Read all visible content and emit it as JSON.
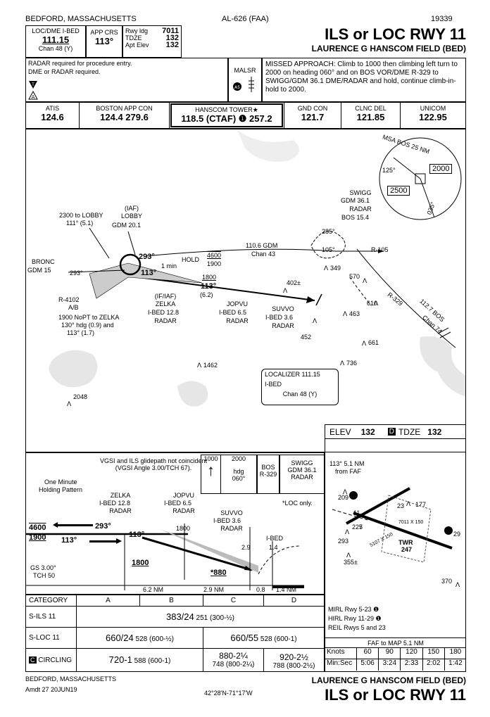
{
  "header": {
    "location": "BEDFORD, MASSACHUSETTS",
    "procedure_id": "AL-626 (FAA)",
    "chart_number": "19339",
    "title": "ILS or LOC RWY 11",
    "airport": "LAURENCE G HANSCOM FIELD (BED)"
  },
  "briefing": {
    "loc_label": "LOC/DME I-BED",
    "loc_freq": "111.15",
    "loc_chan": "Chan 48 (Y)",
    "app_crs_label": "APP CRS",
    "app_crs": "113°",
    "rwy_ldg_label": "Rwy ldg",
    "rwy_ldg": "7011",
    "tdze_label": "TDZE",
    "tdze": "132",
    "apt_elev_label": "Apt Elev",
    "apt_elev": "132",
    "notes_line1": "RADAR required for procedure entry.",
    "notes_line2": "DME or RADAR required.",
    "malsr": "MALSR",
    "missed_approach": "MISSED APPROACH: Climb to 1000 then climbing left turn to 2000 on heading 060° and on BOS VOR/DME R-329 to SWIGG/GDM 36.1 DME/RADAR and hold, continue climb-in-hold to 2000."
  },
  "comms": [
    {
      "label": "ATIS",
      "value": "124.6"
    },
    {
      "label": "BOSTON APP CON",
      "value": "124.4  279.6"
    },
    {
      "label": "HANSCOM TOWER★",
      "value": "118.5 (CTAF) ❶ 257.2"
    },
    {
      "label": "GND CON",
      "value": "121.7"
    },
    {
      "label": "CLNC DEL",
      "value": "121.85"
    },
    {
      "label": "UNICOM",
      "value": "122.95"
    }
  ],
  "plan": {
    "msa_title": "MSA BOS 25 NM",
    "msa_125": "125°",
    "msa_035": "035°",
    "msa_2000": "2000",
    "msa_2500": "2500",
    "swigg": "SWIGG",
    "swigg_gdm": "GDM 36.1",
    "swigg_radar": "RADAR",
    "swigg_bos": "BOS 15.4",
    "hold_285": "285°",
    "hold_105": "105°",
    "r105": "R-105",
    "lobby_iaf": "(IAF)",
    "lobby": "LOBBY",
    "lobby_gdm": "GDM 20.1",
    "lobby_route": "2300 to LOBBY",
    "lobby_route2": "111° (5.1)",
    "bronc": "BRONC",
    "bronc_gdm": "GDM 15",
    "crs_293": "293°",
    "crs_293b": "293°",
    "crs_113": "113°",
    "crs_113b": "113°",
    "one_min": "1 min",
    "hold": "HOLD",
    "hold_alt_top": "4600",
    "hold_alt_bot": "1900",
    "gdm_arc": "110.6 GDM",
    "gdm_chan": "Chan 43",
    "alt_1800": "1800",
    "dist_62": "(6.2)",
    "r4102": "R-4102",
    "ab": "A/B",
    "nopt": "1900 NoPT to ZELKA",
    "nopt2": "130° hdg (0.9) and",
    "nopt3": "113° (1.7)",
    "zelka_iaf": "(IF/IAF)",
    "zelka": "ZELKA",
    "zelka_ibed": "I-BED 12.8",
    "zelka_radar": "RADAR",
    "jopvu": "JOPVU",
    "jopvu_ibed": "I-BED 6.5",
    "jopvu_radar": "RADAR",
    "suvvo": "SUVVO",
    "suvvo_ibed": "I-BED 3.6",
    "suvvo_radar": "RADAR",
    "obs_402": "402±",
    "obs_452": "452",
    "obs_349": "349",
    "obs_570": "570",
    "obs_610": "610",
    "obs_463": "463",
    "obs_661": "661",
    "obs_736": "736",
    "obs_1462": "1462",
    "obs_2048": "2048",
    "r329": "R-329",
    "bos_vor": "112.7 BOS",
    "bos_chan": "Chan 74",
    "localizer": "LOCALIZER 111.15",
    "loc_ibed": "I-BED",
    "loc_chan": "Chan 48 (Y)"
  },
  "profile": {
    "vgsi_note": "VGSI and ILS glidepath not coincident (VGSI Angle 3.00/TCH 67).",
    "one_minute": "One Minute",
    "holding_pattern": "Holding Pattern",
    "ma_1000": "1000",
    "ma_2000": "2000",
    "ma_hdg": "hdg",
    "ma_060": "060°",
    "ma_bos": "BOS",
    "ma_r329": "R-329",
    "ma_swigg": "SWIGG",
    "ma_swigg_gdm": "GDM 36.1",
    "ma_swigg_radar": "RADAR",
    "loc_only": "*LOC only.",
    "zelka": "ZELKA",
    "zelka_ibed": "I-BED 12.8",
    "zelka_radar": "RADAR",
    "jopvu": "JOPVU",
    "jopvu_ibed": "I-BED 6.5",
    "jopvu_radar": "RADAR",
    "jopvu_alt": "1800",
    "suvvo": "SUVVO",
    "suvvo_ibed": "I-BED 3.6",
    "suvvo_radar": "RADAR",
    "suvvo_29": "2.9",
    "ibed": "I-BED",
    "ibed_14": "1.4",
    "alt_4600": "4600",
    "alt_1900": "1900",
    "crs_293": "293°",
    "crs_113": "113°",
    "crs_113b": "113°",
    "alt_1800": "1800",
    "alt_880": "*880",
    "gs": "GS 3.00°",
    "tch": "TCH 50",
    "seg_62": "6.2 NM",
    "seg_29": "2.9 NM",
    "seg_08": "0.8",
    "seg_14": "1.4 NM"
  },
  "airport_diagram": {
    "elev_label": "ELEV",
    "elev": "132",
    "tdze_label": "TDZE",
    "tdze": "132",
    "d_badge": "D",
    "faf_note1": "113° 5.1 NM",
    "faf_note2": "from FAF",
    "rwy_5": "5",
    "rwy_23": "23",
    "rwy_11": "11",
    "rwy_29": "29",
    "rwy_dim1": "7011 X 150",
    "rwy_dim2": "5107 X 150",
    "obs_209": "209",
    "obs_177": "177",
    "obs_227": "227",
    "obs_293": "293",
    "obs_355": "355±",
    "obs_370": "370",
    "twr": "TWR",
    "twr_elev": "247",
    "mirl": "MIRL Rwy 5-23 ❶",
    "hirl": "HIRL Rwy 11-29 ❶",
    "reil": "REIL Rwys 5 and 23"
  },
  "minimums": {
    "headers": [
      "CATEGORY",
      "A",
      "B",
      "C",
      "D"
    ],
    "sils_label": "S-ILS  11",
    "sils_main": "383/24",
    "sils_sub": "251 (300-½)",
    "sloc_label": "S-LOC  11",
    "sloc_ab_main": "660/24",
    "sloc_ab_sub": "528 (600-½)",
    "sloc_cd_main": "660/55",
    "sloc_cd_sub": "528 (600-1)",
    "circ_label": "CIRCLING",
    "circ_ab_main": "720-1",
    "circ_ab_sub": "588 (600-1)",
    "circ_c_main": "880-2¼",
    "circ_c_sub": "748 (800-2¼)",
    "circ_d_main": "920-2½",
    "circ_d_sub": "788 (800-2½)"
  },
  "timing": {
    "title": "FAF to MAP 5.1 NM",
    "knots_label": "Knots",
    "knots": [
      "60",
      "90",
      "120",
      "150",
      "180"
    ],
    "time_label": "Min:Sec",
    "times": [
      "5:06",
      "3:24",
      "2:33",
      "2:02",
      "1:42"
    ]
  },
  "footer": {
    "location": "BEDFORD, MASSACHUSETTS",
    "amendment": "Amdt 27  20JUN19",
    "coords": "42°28'N-71°17'W",
    "airport": "LAURENCE G HANSCOM FIELD (BED)",
    "title": "ILS or LOC RWY 11"
  }
}
